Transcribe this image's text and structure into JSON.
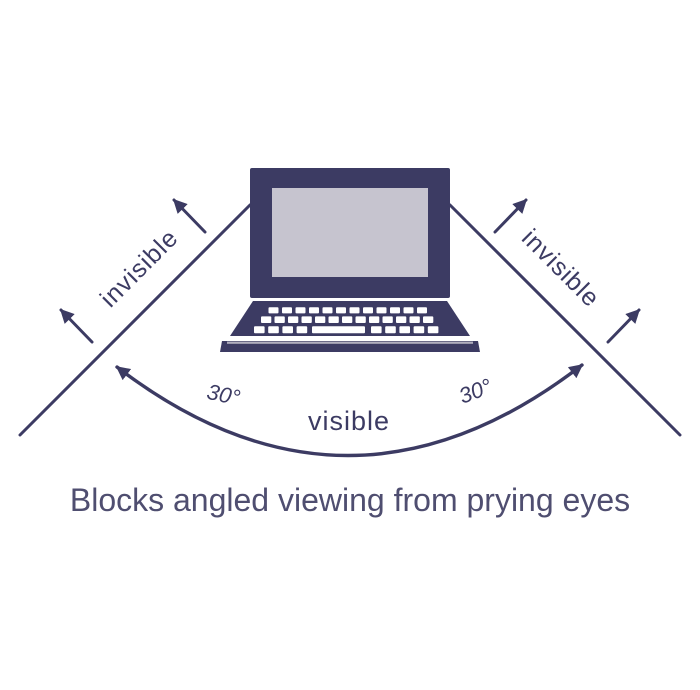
{
  "diagram": {
    "caption": "Blocks angled viewing from prying eyes",
    "labels": {
      "invisible_left": "invisible",
      "invisible_right": "invisible",
      "visible": "visible",
      "angle_left": "30°",
      "angle_right": "30°"
    },
    "colors": {
      "ink": "#3c3b63",
      "screen": "#c6c4cf",
      "keys": "#ffffff",
      "caption": "#4f4e70",
      "background": "#ffffff"
    }
  }
}
